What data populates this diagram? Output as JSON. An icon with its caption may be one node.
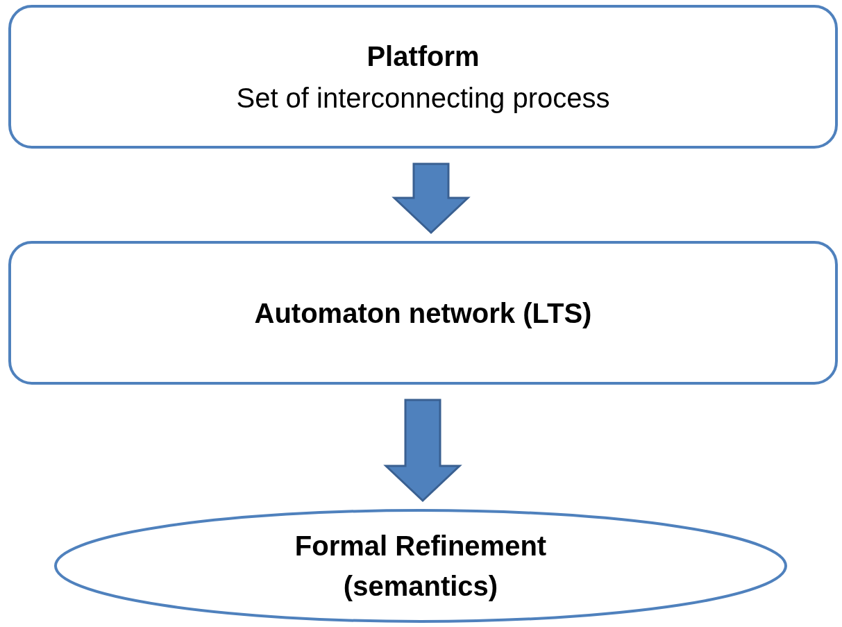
{
  "diagram": {
    "nodes": [
      {
        "text": [
          "Platform",
          "Set of interconnecting process"
        ]
      },
      {
        "text": [
          "Automaton network (LTS)"
        ]
      },
      {
        "text": [
          "Formal Refinement (semantics)"
        ]
      }
    ],
    "edges": [
      {
        "from": 0,
        "to": 1,
        "arrow": "to"
      },
      {
        "from": 1,
        "to": 2,
        "arrow": "to"
      }
    ]
  }
}
